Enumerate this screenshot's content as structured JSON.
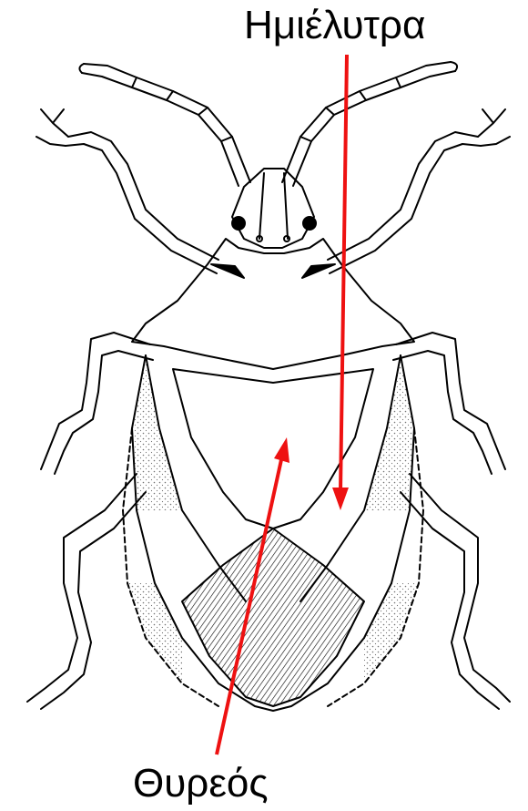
{
  "labels": {
    "hemelytra": "Ημιέλυτρα",
    "scutellum": "Θυρεός"
  },
  "colors": {
    "arrow": "#ee1111",
    "ink": "#000000",
    "background": "#ffffff"
  },
  "subject": "stink-bug-dorsal-line-drawing"
}
